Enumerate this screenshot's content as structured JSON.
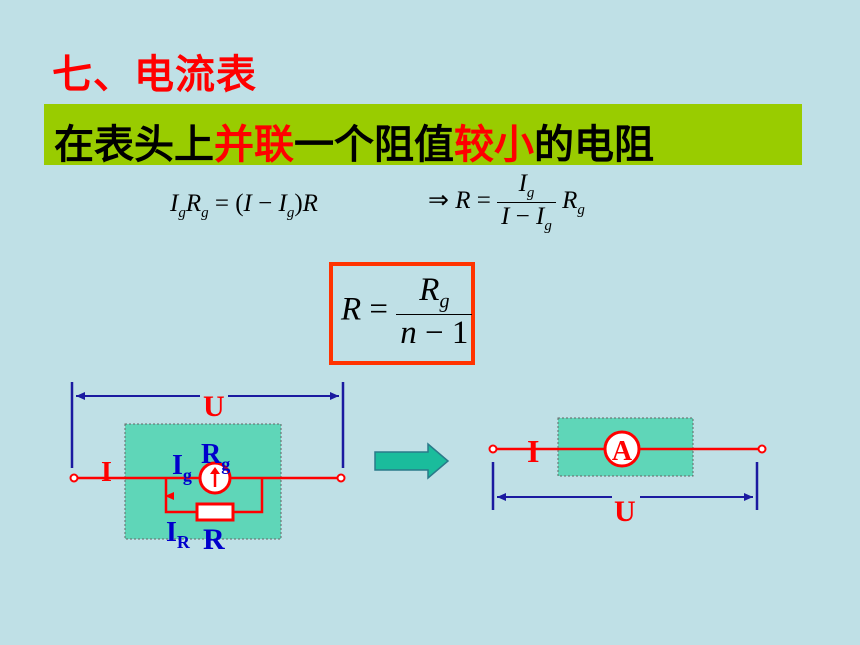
{
  "title": "七、电流表",
  "subtitle": {
    "part1": "在表头上",
    "part2": "并联",
    "part3": "一个阻值",
    "part4": "较小",
    "part5": "的电阻"
  },
  "formulas": {
    "eq1": "IgRg = (I − Ig)R",
    "eq2": "⇒ R = Ig/(I − Ig) · Rg",
    "boxed": "R = Rg/(n − 1)"
  },
  "circuit_left": {
    "voltage_label": "U",
    "current_label": "I",
    "meter_current_label": "Ig",
    "meter_resistance_label": "Rg",
    "shunt_current_label": "IR",
    "shunt_resistance_label": "R"
  },
  "circuit_right": {
    "ammeter_symbol": "A",
    "voltage_label": "U"
  },
  "colors": {
    "title": "#ff0000",
    "banner": "#99cc00",
    "wire": "#ff0000",
    "label_blue": "#0000cc",
    "label_red": "#ff0000",
    "box_fill": "#5fd6b8",
    "arrow": "#1abc9c"
  }
}
